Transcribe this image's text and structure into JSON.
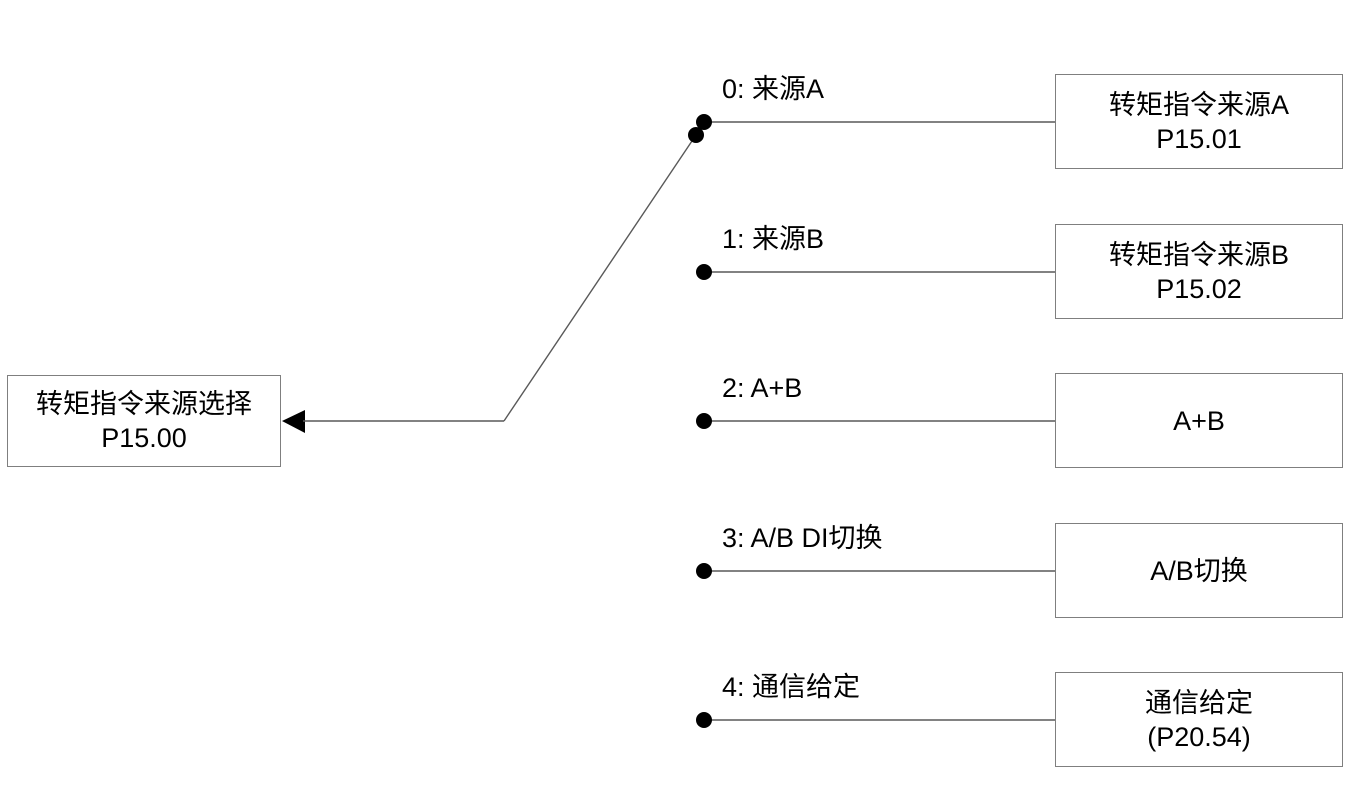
{
  "diagram": {
    "selector": {
      "title": "转矩指令来源选择",
      "param": "P15.00"
    },
    "options": [
      {
        "label": "0: 来源A",
        "box_line1": "转矩指令来源A",
        "box_line2": "P15.01"
      },
      {
        "label": "1: 来源B",
        "box_line1": "转矩指令来源B",
        "box_line2": "P15.02"
      },
      {
        "label": "2: A+B",
        "box_line1": "A+B",
        "box_line2": ""
      },
      {
        "label": "3: A/B DI切换",
        "box_line1": "A/B切换",
        "box_line2": ""
      },
      {
        "label": "4: 通信给定",
        "box_line1": "通信给定",
        "box_line2": "(P20.54)"
      }
    ],
    "colors": {
      "line": "#595959",
      "border": "#7f7f7f",
      "dot": "#000000",
      "text": "#000000",
      "background": "#ffffff"
    }
  }
}
